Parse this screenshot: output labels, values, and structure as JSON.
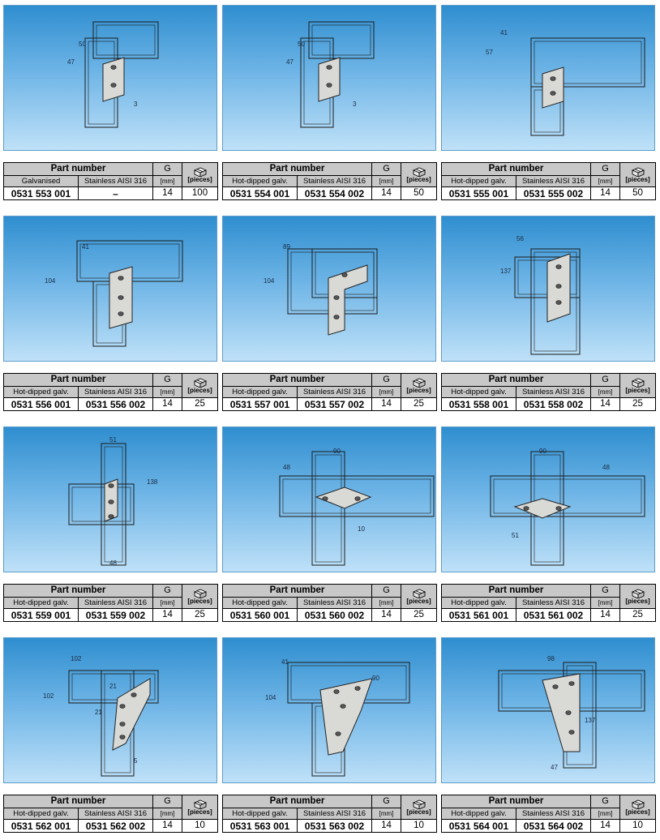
{
  "header": {
    "part_number": "Part number",
    "g": "G",
    "g_unit": "[mm]",
    "pieces_unit": "[pieces]",
    "pieces_icon": "package-icon"
  },
  "products": [
    {
      "col1_label": "Galvanised",
      "col2_label": "Stainless AISI 316",
      "part1": "0531 553 001",
      "part2": "–",
      "g": "14",
      "pieces": "100",
      "dims": [
        "50",
        "47",
        "3"
      ]
    },
    {
      "col1_label": "Hot-dipped galv.",
      "col2_label": "Stainless AISI 316",
      "part1": "0531 554 001",
      "part2": "0531 554 002",
      "g": "14",
      "pieces": "50",
      "dims": [
        "50",
        "47",
        "3"
      ]
    },
    {
      "col1_label": "Hot-dipped galv.",
      "col2_label": "Stainless AISI 316",
      "part1": "0531 555 001",
      "part2": "0531 555 002",
      "g": "14",
      "pieces": "50",
      "dims": [
        "41",
        "57"
      ]
    },
    {
      "col1_label": "Hot-dipped galv.",
      "col2_label": "Stainless AISI 316",
      "part1": "0531 556 001",
      "part2": "0531 556 002",
      "g": "14",
      "pieces": "25",
      "dims": [
        "41",
        "104"
      ]
    },
    {
      "col1_label": "Hot-dipped galv.",
      "col2_label": "Stainless AISI 316",
      "part1": "0531 557 001",
      "part2": "0531 557 002",
      "g": "14",
      "pieces": "25",
      "dims": [
        "89",
        "104"
      ]
    },
    {
      "col1_label": "Hot-dipped galv.",
      "col2_label": "Stainless AISI 316",
      "part1": "0531 558 001",
      "part2": "0531 558 002",
      "g": "14",
      "pieces": "25",
      "dims": [
        "56",
        "137"
      ]
    },
    {
      "col1_label": "Hot-dipped galv.",
      "col2_label": "Stainless AISI 316",
      "part1": "0531 559 001",
      "part2": "0531 559 002",
      "g": "14",
      "pieces": "25",
      "dims": [
        "51",
        "138",
        "48"
      ]
    },
    {
      "col1_label": "Hot-dipped galv.",
      "col2_label": "Stainless AISI 316",
      "part1": "0531 560 001",
      "part2": "0531 560 002",
      "g": "14",
      "pieces": "25",
      "dims": [
        "90",
        "48",
        "10"
      ]
    },
    {
      "col1_label": "Hot-dipped galv.",
      "col2_label": "Stainless AISI 316",
      "part1": "0531 561 001",
      "part2": "0531 561 002",
      "g": "14",
      "pieces": "25",
      "dims": [
        "90",
        "48",
        "51"
      ]
    },
    {
      "col1_label": "Hot-dipped galv.",
      "col2_label": "Stainless AISI 316",
      "part1": "0531 562 001",
      "part2": "0531 562 002",
      "g": "14",
      "pieces": "10",
      "dims": [
        "102",
        "102",
        "21",
        "21",
        "5"
      ]
    },
    {
      "col1_label": "Hot-dipped galv.",
      "col2_label": "Stainless AISI 316",
      "part1": "0531 563 001",
      "part2": "0531 563 002",
      "g": "14",
      "pieces": "10",
      "dims": [
        "41",
        "104",
        "90"
      ]
    },
    {
      "col1_label": "Hot-dipped galv.",
      "col2_label": "Stainless AISI 316",
      "part1": "0531 564 001",
      "part2": "0531 564 002",
      "g": "14",
      "pieces": "10",
      "dims": [
        "98",
        "137",
        "47"
      ]
    }
  ]
}
